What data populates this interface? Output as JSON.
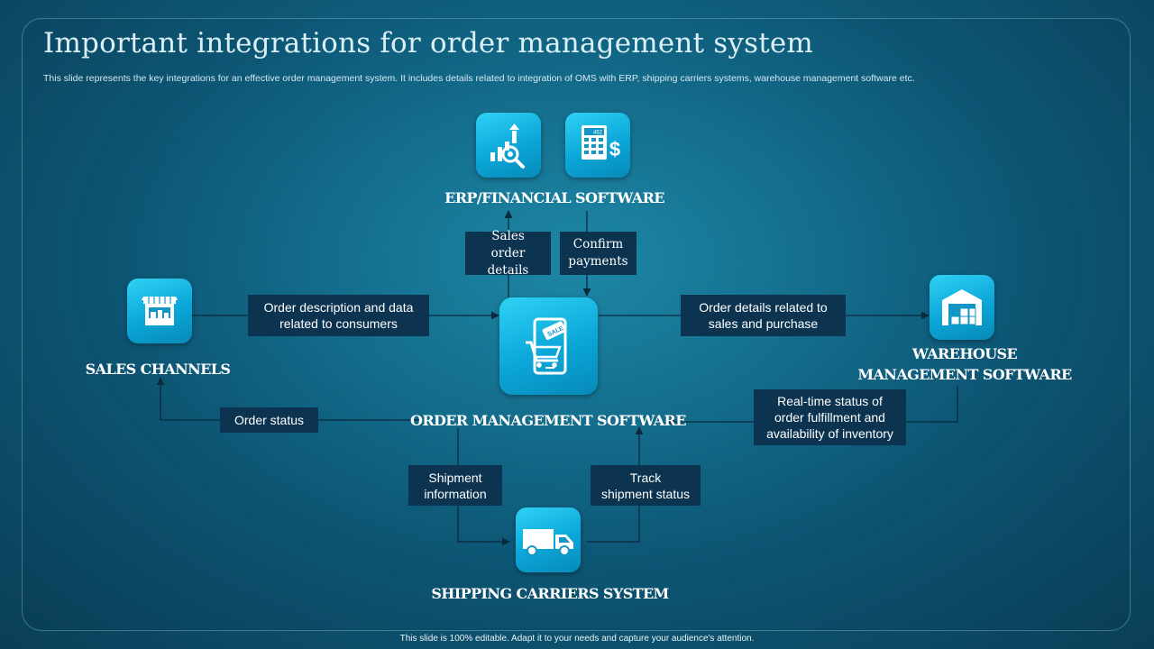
{
  "title": "Important integrations for order management system",
  "subtitle": "This slide represents the key integrations for an effective order management system. It includes details related to integration of OMS with ERP, shipping carriers systems, warehouse management software etc.",
  "footer": "This slide is 100% editable. Adapt it to your needs and capture your audience's attention.",
  "nodes": {
    "erp": "ERP/FINANCIAL SOFTWARE",
    "sales_channels": "SALES CHANNELS",
    "oms": "ORDER MANAGEMENT SOFTWARE",
    "warehouse_line1": "WAREHOUSE",
    "warehouse_line2": "MANAGEMENT SOFTWARE",
    "shipping": "SHIPPING CARRIERS SYSTEM"
  },
  "icons": {
    "erp_left": "chart-analysis-icon",
    "erp_right": "calculator-dollar-icon",
    "sales_channels": "storefront-icon",
    "oms": "mobile-cart-sale-icon",
    "warehouse": "warehouse-icon",
    "shipping": "delivery-truck-icon",
    "calculator_display": "452",
    "sale_tag": "SALE"
  },
  "flows": {
    "sales_order_details": "Sales\norder details",
    "confirm_payments": "Confirm\npayments",
    "order_description": "Order description and data\nrelated to consumers",
    "order_details": "Order details related to\nsales and purchase",
    "realtime_status": "Real-time status of\norder fulfillment and\navailability of inventory",
    "order_status": "Order status",
    "shipment_information": "Shipment\ninformation",
    "track_shipment": "Track\nshipment status"
  },
  "colors": {
    "background": "#0f5f7e",
    "icon_tile": "#0ba6d8",
    "label_box": "#0c3450",
    "connector": "#0a2a3e"
  }
}
